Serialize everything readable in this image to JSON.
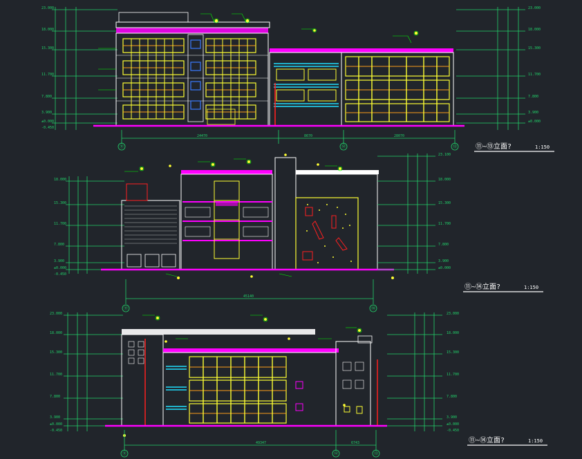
{
  "drawing": {
    "background": "#21252b",
    "colors": {
      "frame": "#ffffff",
      "dim": "#22d36b",
      "annotation": "#00ff00",
      "magenta": "#ff00ff",
      "yellow": "#ffff33",
      "orange": "#ff9f1a",
      "red": "#ff2020",
      "cyan": "#20e0ff",
      "blue": "#3a7bff",
      "gray": "#b8b8b8"
    }
  },
  "elevations": [
    {
      "id": "elevation-1",
      "title": "⑪~⑬立面?",
      "scale": "1:150",
      "axis_labels": [
        "⑪",
        "⑫",
        "⑬"
      ],
      "segment_dims": [
        "24470",
        "8670",
        "28070"
      ],
      "level_marks": [
        "23.000",
        "18.000",
        "15.300",
        "11.700",
        "7.800",
        "3.900",
        "±0.000",
        "-0.450"
      ],
      "right_level_marks": [
        "23.000",
        "18.000",
        "15.300",
        "11.700",
        "7.800",
        "3.900",
        "±0.000"
      ]
    },
    {
      "id": "elevation-2",
      "title": "⑪~⑭立面?",
      "scale": "1:150",
      "axis_labels": [
        "⑪",
        "⑭"
      ],
      "overall_dim": "45140",
      "level_marks": [
        "18.000",
        "15.300",
        "11.700",
        "7.800",
        "3.900",
        "±0.000",
        "-0.450"
      ],
      "right_level_marks": [
        "23.100",
        "18.000",
        "15.300",
        "11.700",
        "7.800",
        "3.900",
        "±0.000"
      ]
    },
    {
      "id": "elevation-3",
      "title": "⑪~⑭立面?",
      "scale": "1:150",
      "axis_labels": [
        "⑪",
        "⑫",
        "⑬"
      ],
      "segment_dims": [
        "49347",
        "6743"
      ],
      "level_marks": [
        "23.000",
        "18.000",
        "15.300",
        "11.700",
        "7.800",
        "3.900",
        "±0.000",
        "-0.450"
      ],
      "right_level_marks": [
        "23.000",
        "18.000",
        "15.300",
        "11.700",
        "7.800",
        "3.900",
        "±0.000",
        "-0.450"
      ]
    }
  ]
}
